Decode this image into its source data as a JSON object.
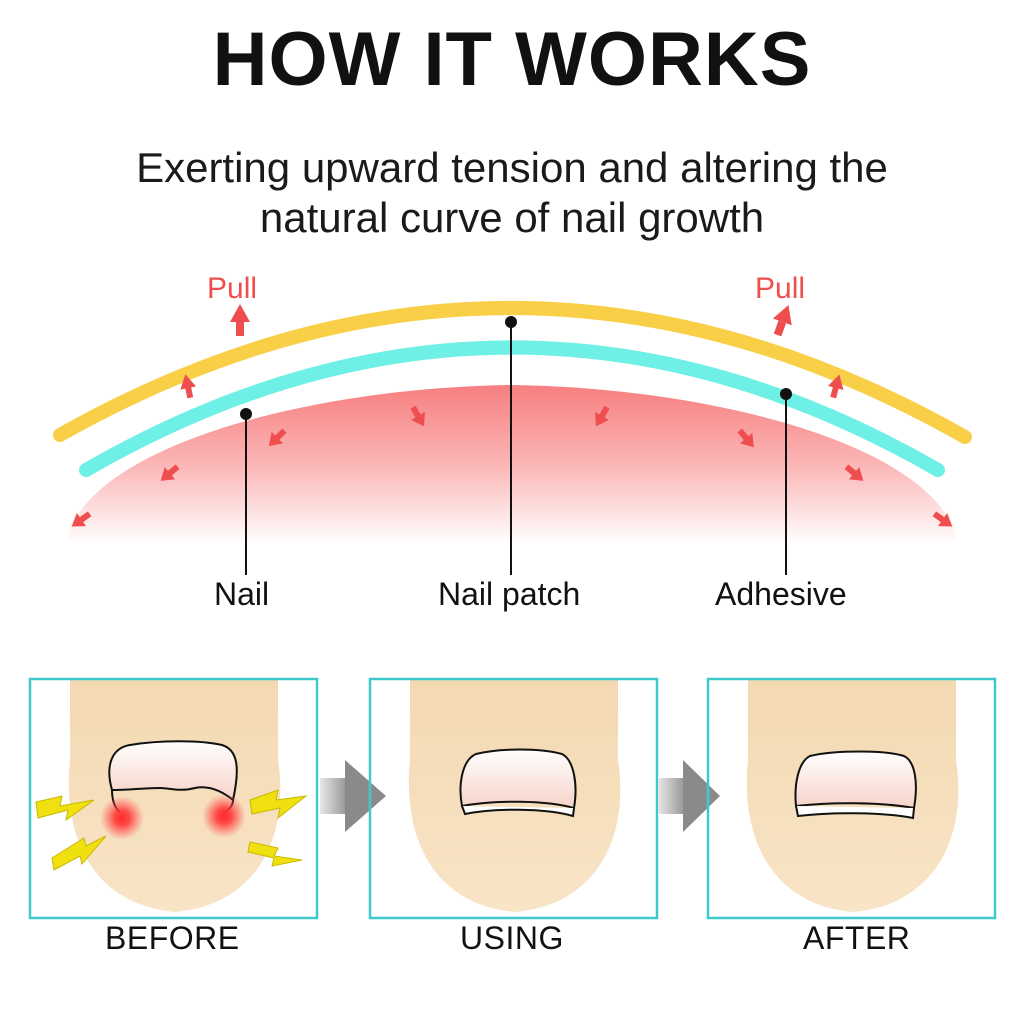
{
  "title": "HOW IT WORKS",
  "subtitle": {
    "line1": "Exerting upward tension and altering the",
    "line2": "natural curve of nail growth"
  },
  "diagram": {
    "pull_left": "Pull",
    "pull_right": "Pull",
    "labels": {
      "nail": "Nail",
      "nail_patch": "Nail patch",
      "adhesive": "Adhesive"
    },
    "colors": {
      "patch": "#f8cf46",
      "adhesive": "#6ff0e6",
      "nail_tissue": "#f88c8c",
      "arrow": "#ee4e4e"
    }
  },
  "steps": [
    {
      "label": "BEFORE"
    },
    {
      "label": "USING"
    },
    {
      "label": "AFTER"
    }
  ],
  "colors": {
    "frame": "#3ec9cc",
    "skin": "#f6dcb3",
    "step_arrow": "#8a8a8a",
    "pain": "#f0262a",
    "lightning": "#f1e010"
  }
}
